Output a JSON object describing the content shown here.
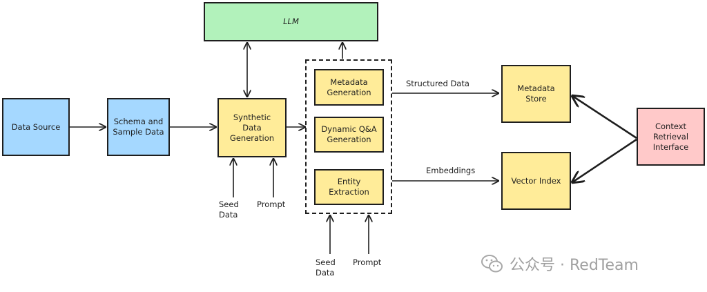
{
  "nodes": {
    "llm": "LLM",
    "data_source": "Data Source",
    "schema": "Schema and\nSample Data",
    "synthetic": "Synthetic\nData\nGeneration",
    "metadata_gen": "Metadata\nGeneration",
    "dynamic_qa": "Dynamic Q&A\nGeneration",
    "entity": "Entity\nExtraction",
    "metadata_store": "Metadata\nStore",
    "vector_index": "Vector Index",
    "context": "Context\nRetrieval\nInterface"
  },
  "labels": {
    "structured": "Structured Data",
    "embeddings": "Embeddings",
    "seed1": "Seed\nData",
    "prompt1": "Prompt",
    "seed2": "Seed\nData",
    "prompt2": "Prompt"
  },
  "watermark": "公众号 · RedTeam",
  "colors": {
    "blue": "#a5d8ff",
    "yellow": "#ffec99",
    "green": "#b2f2bb",
    "pink": "#ffc9c9"
  }
}
